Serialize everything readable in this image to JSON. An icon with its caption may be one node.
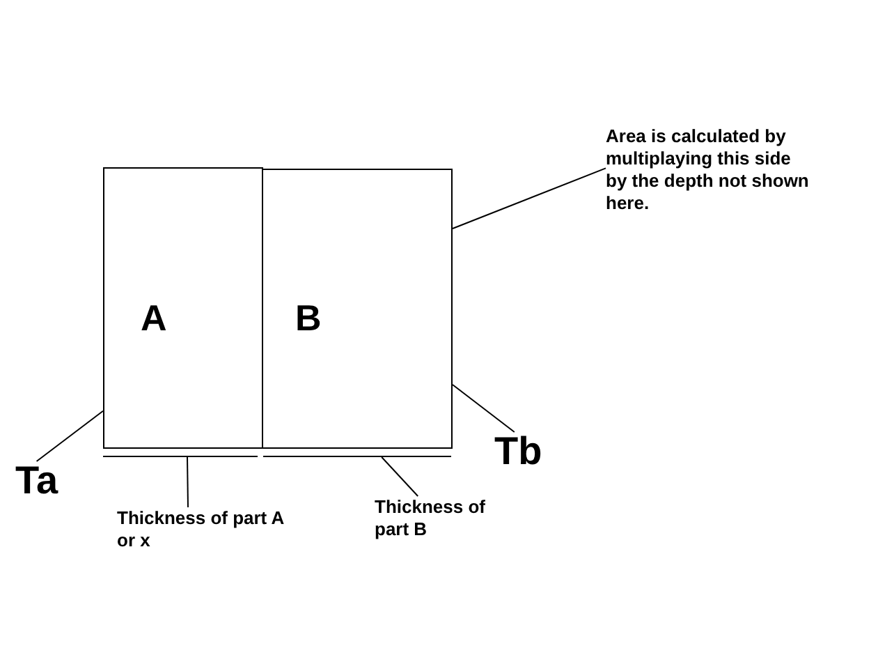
{
  "diagram": {
    "nodes": [
      {
        "text": [
          "A"
        ]
      },
      {
        "text": [
          "B"
        ]
      },
      {
        "text": [
          "Area is calculated by multiplaying this side by the depth not shown here."
        ]
      },
      {
        "text": [
          "Ta"
        ]
      },
      {
        "text": [
          "Tb"
        ]
      },
      {
        "text": [],
        "shape": "bar"
      },
      {
        "text": [],
        "shape": "bar"
      },
      {
        "text": [
          "Thickness of part A or x"
        ]
      },
      {
        "text": [
          "Thickness of part B"
        ]
      }
    ],
    "edges": [
      {
        "from": 2,
        "to": 1,
        "arrow": "none"
      },
      {
        "from": 3,
        "to": 0,
        "arrow": "none"
      },
      {
        "from": 4,
        "to": 1,
        "arrow": "none"
      },
      {
        "from": 7,
        "to": 5,
        "arrow": "none"
      },
      {
        "from": 8,
        "to": 6,
        "arrow": "none"
      }
    ]
  }
}
